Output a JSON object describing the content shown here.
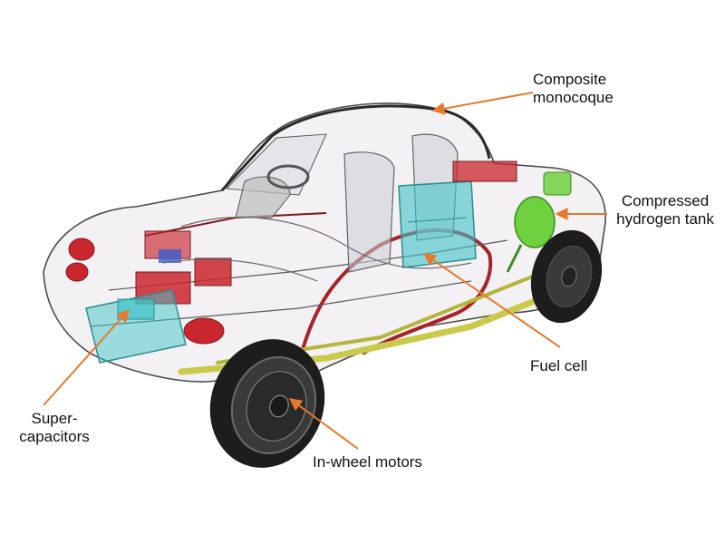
{
  "labels": {
    "monocoque_1": "Composite",
    "monocoque_2": "monocoque",
    "hydrogen_1": "Compressed",
    "hydrogen_2": "hydrogen tank",
    "fuel_cell": "Fuel cell",
    "supercap_1": "Super-",
    "supercap_2": "capacitors",
    "motors": "In-wheel motors"
  },
  "colors": {
    "leader": "#e8792a",
    "body_red": "#c9262e",
    "cyan_part": "#3fc3c7",
    "green_tank": "#6ed13d",
    "chassis_yellow": "#c9c94a",
    "wire": "#6b6b6b",
    "tire": "#1d1d1d"
  }
}
